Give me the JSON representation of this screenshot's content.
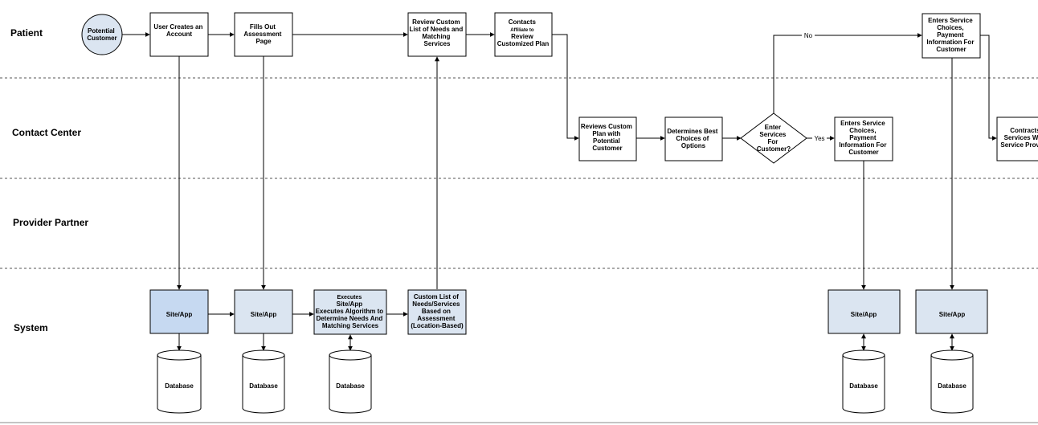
{
  "lanes": {
    "patient": "Patient",
    "contact_center": "Contact Center",
    "provider_partner": "Provider Partner",
    "system": "System"
  },
  "nodes": {
    "potential_customer": [
      "Potential",
      "Customer"
    ],
    "user_creates_account": [
      "User Creates an",
      "Account"
    ],
    "fills_out_assessment": [
      "Fills Out",
      "Assessment",
      "Page"
    ],
    "review_custom_list": [
      "Review Custom",
      "List of Needs and",
      "Matching",
      "Services"
    ],
    "contacts_affiliate": [
      "Contacts",
      "Affiliate to",
      "Review",
      "Customized Plan"
    ],
    "enters_service_choices_patient": [
      "Enters Service",
      "Choices,",
      "Payment",
      "Information For",
      "Customer"
    ],
    "reviews_custom_plan": [
      "Reviews Custom",
      "Plan with",
      "Potential",
      "Customer"
    ],
    "determines_best_choices": [
      "Determines Best",
      "Choices of",
      "Options"
    ],
    "enter_services_decision": [
      "Enter",
      "Services",
      "For",
      "Customer?"
    ],
    "enters_service_choices_cc": [
      "Enters Service",
      "Choices,",
      "Payment",
      "Information For",
      "Customer"
    ],
    "contracts_services": [
      "Contracts",
      "Services With",
      "Service Provider"
    ],
    "site_app_1": [
      "Site/App"
    ],
    "site_app_2": [
      "Site/App"
    ],
    "executes_algorithm": [
      "Executes",
      "Site/App",
      "Executes Algorithm to",
      "Determine Needs And",
      "Matching Services"
    ],
    "custom_list_needs": [
      "Custom List of",
      "Needs/Services",
      "Based on",
      "Assessment",
      "(Location-Based)"
    ],
    "site_app_3": [
      "Site/App"
    ],
    "site_app_4": [
      "Site/App"
    ],
    "database_1": [
      "Database"
    ],
    "database_2": [
      "Database"
    ],
    "database_3": [
      "Database"
    ],
    "database_4": [
      "Database"
    ],
    "database_5": [
      "Database"
    ]
  },
  "edge_labels": {
    "no": "No",
    "yes": "Yes"
  },
  "colors": {
    "system_box": "#dbe5f1",
    "system_box_first": "#c6d9f1",
    "start_circle": "#dbe5f1",
    "line": "#000000"
  }
}
